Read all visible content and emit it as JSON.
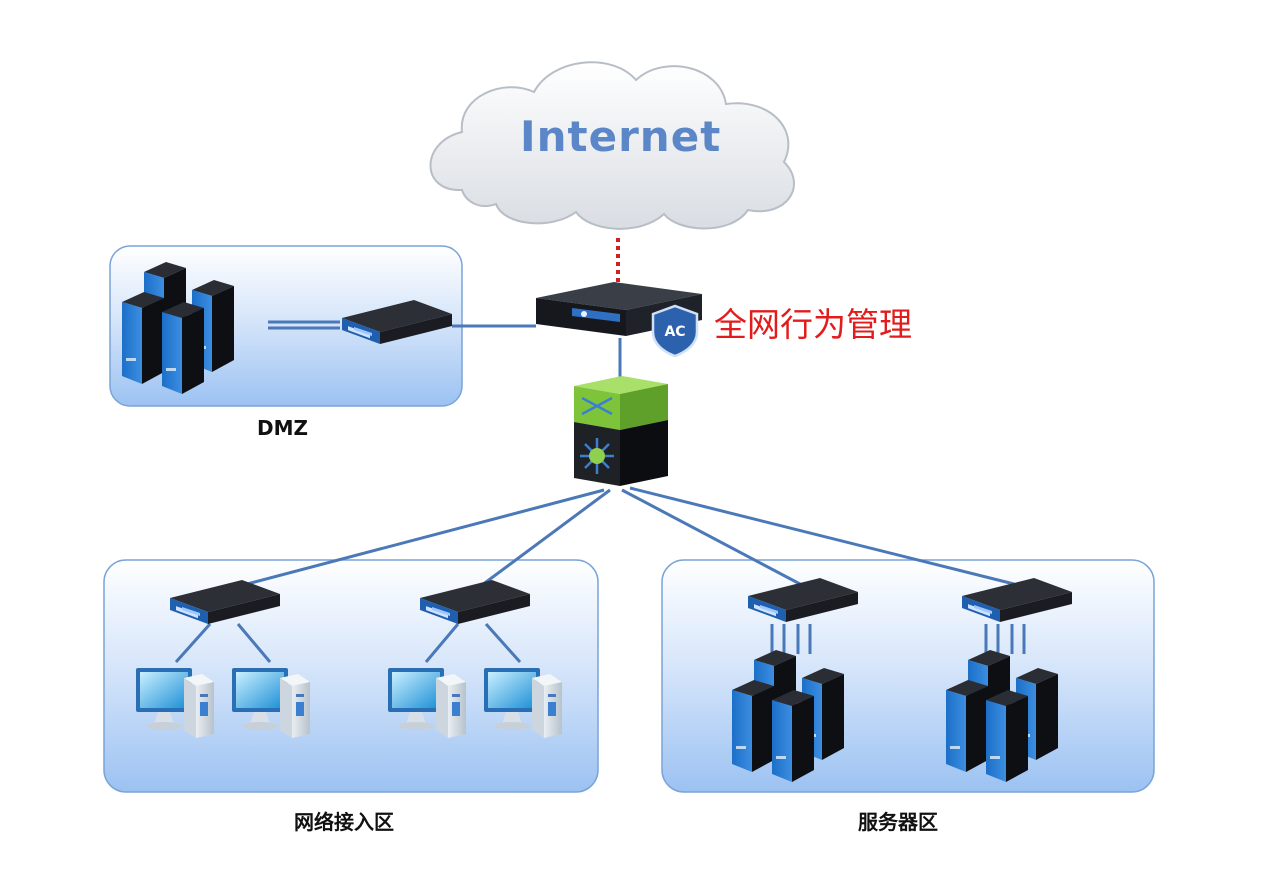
{
  "cloud": {
    "label": "Internet"
  },
  "gateway": {
    "label": "全网行为管理",
    "badge": "AC"
  },
  "zones": {
    "dmz": {
      "label": "DMZ"
    },
    "access": {
      "label": "网络接入区"
    },
    "server": {
      "label": "服务器区"
    }
  },
  "colors": {
    "link": "#4a78b8",
    "zone_fill_top": "#ffffff",
    "zone_fill_bottom": "#9cc2f2",
    "zone_border": "#7aa4d8",
    "highlight_text": "#e21c1c",
    "cloud_text": "#5b87c9",
    "switch_green": "#7ec43a",
    "dashed_link": "#d0201f"
  },
  "icons": [
    "cloud-icon",
    "ac-gateway-icon",
    "core-switch-icon",
    "access-switch-icon",
    "desktop-pc-icon",
    "server-tower-icon",
    "shield-icon"
  ]
}
